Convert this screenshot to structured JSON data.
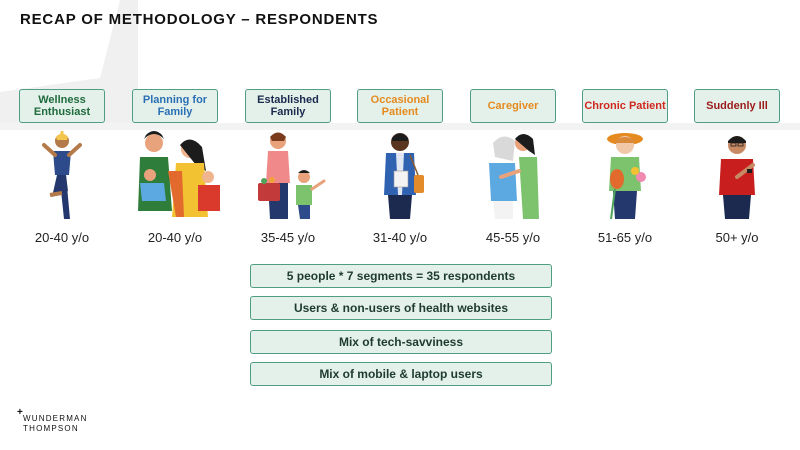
{
  "slide": {
    "title": "RECAP OF METHODOLOGY – RESPONDENTS"
  },
  "segments": [
    {
      "label": "Wellness Enthusiast",
      "age": "20-40 y/o",
      "color": "#1f6b3d",
      "icon": "yoga-person-icon"
    },
    {
      "label": "Planning for Family",
      "age": "20-40 y/o",
      "color": "#2a6fb5",
      "icon": "family-hug-icon"
    },
    {
      "label": "Established Family",
      "age": "35-45 y/o",
      "color": "#1b2a4e",
      "icon": "parent-child-shopping-icon"
    },
    {
      "label": "Occasional Patient",
      "age": "31-40 y/o",
      "color": "#e58a1f",
      "icon": "man-with-bag-icon"
    },
    {
      "label": "Caregiver",
      "age": "45-55 y/o",
      "color": "#e58a1f",
      "icon": "caregiver-hug-icon"
    },
    {
      "label": "Chronic Patient",
      "age": "51-65 y/o",
      "color": "#d0281f",
      "icon": "woman-with-flowers-icon"
    },
    {
      "label": "Suddenly Ill",
      "age": "50+ y/o",
      "color": "#9b1b1b",
      "icon": "man-checking-watch-icon"
    }
  ],
  "summary": [
    "5 people * 7 segments = 35 respondents",
    "Users & non-users of health websites",
    "Mix of tech-savviness",
    "Mix of mobile & laptop users"
  ],
  "logo": {
    "line1": "WUNDERMAN",
    "line2": "THOMPSON",
    "mark": "+"
  },
  "colors": {
    "box_fill": "#e4f1ea",
    "box_border": "#4f9e83"
  }
}
